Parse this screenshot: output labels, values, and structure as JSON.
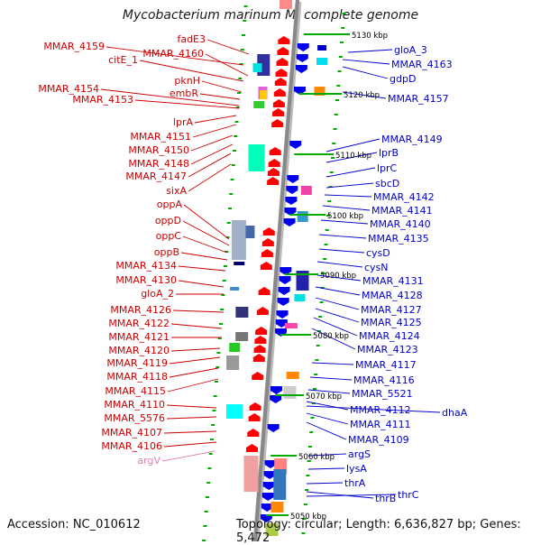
{
  "title": "Mycobacterium marinum M, complete genome",
  "accession": "Accession: NC_010612",
  "topology": "Topology: circular; Length: 6,636,827 bp; Genes: 5,472",
  "colors": {
    "left_label": "#cc0000",
    "right_label": "#0000cc",
    "rna_label": "#e080b0",
    "backbone": "#888888",
    "tick": "#00aa00"
  },
  "kbp_marks": [
    "5130 kbp",
    "5120 kbp",
    "5110 kbp",
    "5100 kbp",
    "5090 kbp",
    "5080 kbp",
    "5070 kbp",
    "5060 kbp",
    "5050 kbp"
  ],
  "left_labels": [
    "fadE3",
    "MMAR_4159",
    "MMAR_4160",
    "citE_1",
    "pknH",
    "MMAR_4154",
    "embR",
    "MMAR_4153",
    "lprA",
    "MMAR_4151",
    "MMAR_4150",
    "MMAR_4148",
    "MMAR_4147",
    "sixA",
    "oppA",
    "oppD",
    "oppC",
    "oppB",
    "MMAR_4134",
    "MMAR_4130",
    "gloA_2",
    "MMAR_4126",
    "MMAR_4122",
    "MMAR_4121",
    "MMAR_4120",
    "MMAR_4119",
    "MMAR_4118",
    "MMAR_4115",
    "MMAR_4110",
    "MMAR_5576",
    "MMAR_4107",
    "MMAR_4106",
    "argV"
  ],
  "right_labels": [
    "gloA_3",
    "MMAR_4163",
    "gdpD",
    "MMAR_4157",
    "MMAR_4149",
    "lprB",
    "lprC",
    "sbcD",
    "MMAR_4142",
    "MMAR_4141",
    "MMAR_4140",
    "MMAR_4135",
    "cysD",
    "cysN",
    "MMAR_4131",
    "MMAR_4128",
    "MMAR_4127",
    "MMAR_4125",
    "MMAR_4124",
    "MMAR_4123",
    "MMAR_4117",
    "MMAR_4116",
    "MMAR_5521",
    "MMAR_4112",
    "dhaA",
    "MMAR_4111",
    "MMAR_4109",
    "argS",
    "lysA",
    "thrA",
    "thrB",
    "thrC"
  ]
}
